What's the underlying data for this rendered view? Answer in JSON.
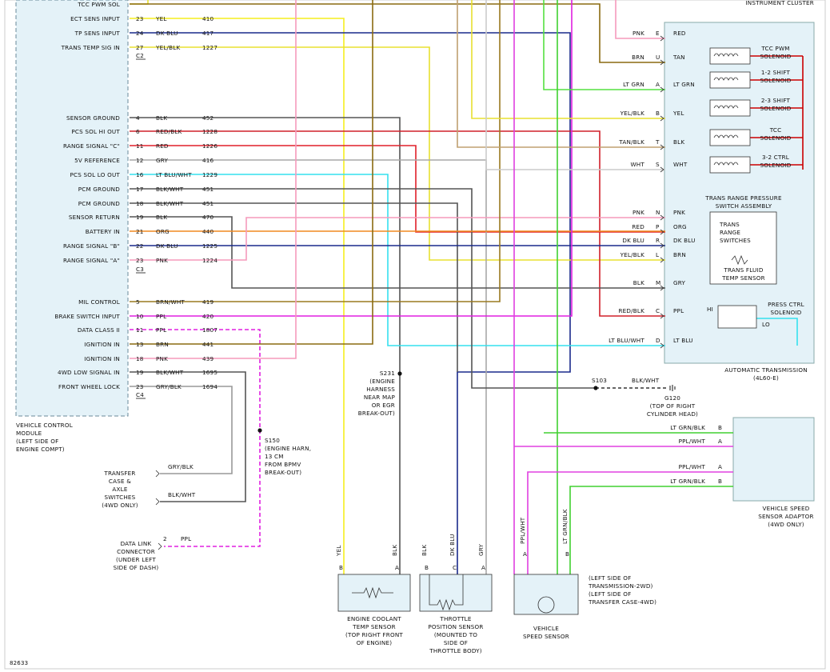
{
  "vcm": {
    "pins_c2": [
      {
        "label": "TCC PWM SOL",
        "pin": "",
        "color": "",
        "circuit": ""
      },
      {
        "label": "ECT SENS INPUT",
        "pin": "23",
        "color": "YEL",
        "circuit": "410"
      },
      {
        "label": "TP SENS INPUT",
        "pin": "24",
        "color": "DK BLU",
        "circuit": "417"
      },
      {
        "label": "TRANS TEMP SIG IN",
        "pin": "27",
        "color": "YEL/BLK",
        "circuit": "1227"
      }
    ],
    "c2_label": "C2",
    "pins_c3": [
      {
        "label": "SENSOR GROUND",
        "pin": "4",
        "color": "BLK",
        "circuit": "452"
      },
      {
        "label": "PCS SOL HI OUT",
        "pin": "6",
        "color": "RED/BLK",
        "circuit": "1228"
      },
      {
        "label": "RANGE SIGNAL \"C\"",
        "pin": "11",
        "color": "RED",
        "circuit": "1226"
      },
      {
        "label": "5V REFERENCE",
        "pin": "12",
        "color": "GRY",
        "circuit": "416"
      },
      {
        "label": "PCS SOL LO OUT",
        "pin": "16",
        "color": "LT BLU/WHT",
        "circuit": "1229"
      },
      {
        "label": "PCM GROUND",
        "pin": "17",
        "color": "BLK/WHT",
        "circuit": "451"
      },
      {
        "label": "PCM GROUND",
        "pin": "18",
        "color": "BLK/WHT",
        "circuit": "451"
      },
      {
        "label": "SENSOR RETURN",
        "pin": "19",
        "color": "BLK",
        "circuit": "470"
      },
      {
        "label": "BATTERY IN",
        "pin": "21",
        "color": "ORG",
        "circuit": "440"
      },
      {
        "label": "RANGE SIGNAL \"B\"",
        "pin": "22",
        "color": "DK BLU",
        "circuit": "1225"
      },
      {
        "label": "RANGE SIGNAL \"A\"",
        "pin": "23",
        "color": "PNK",
        "circuit": "1224"
      }
    ],
    "c3_label": "C3",
    "pins_c4": [
      {
        "label": "MIL CONTROL",
        "pin": "5",
        "color": "BRN/WHT",
        "circuit": "419"
      },
      {
        "label": "BRAKE SWITCH INPUT",
        "pin": "10",
        "color": "PPL",
        "circuit": "420"
      },
      {
        "label": "DATA CLASS II",
        "pin": "11",
        "color": "PPL",
        "circuit": "1807"
      },
      {
        "label": "IGNITION IN",
        "pin": "13",
        "color": "BRN",
        "circuit": "441"
      },
      {
        "label": "IGNITION IN",
        "pin": "18",
        "color": "PNK",
        "circuit": "439"
      },
      {
        "label": "4WD LOW SIGNAL IN",
        "pin": "19",
        "color": "BLK/WHT",
        "circuit": "1695"
      },
      {
        "label": "FRONT WHEEL LOCK",
        "pin": "23",
        "color": "GRY/BLK",
        "circuit": "1694"
      }
    ],
    "c4_label": "C4",
    "caption": [
      "VEHICLE CONTROL",
      "MODULE",
      "(LEFT SIDE OF",
      "ENGINE COMPT)"
    ]
  },
  "instrument_cluster": "INSTRUMENT CLUSTER",
  "transmission": {
    "pins": [
      {
        "color": "PNK",
        "pin": "E",
        "inner": "RED"
      },
      {
        "color": "BRN",
        "pin": "U",
        "inner": "TAN"
      },
      {
        "color": "LT GRN",
        "pin": "A",
        "inner": "LT GRN"
      },
      {
        "color": "YEL/BLK",
        "pin": "B",
        "inner": "YEL"
      },
      {
        "color": "TAN/BLK",
        "pin": "T",
        "inner": "BLK"
      },
      {
        "color": "WHT",
        "pin": "S",
        "inner": "WHT"
      },
      {
        "color": "PNK",
        "pin": "N",
        "inner": "PNK"
      },
      {
        "color": "RED",
        "pin": "P",
        "inner": "ORG"
      },
      {
        "color": "DK BLU",
        "pin": "R",
        "inner": "DK BLU"
      },
      {
        "color": "YEL/BLK",
        "pin": "L",
        "inner": "BRN"
      },
      {
        "color": "BLK",
        "pin": "M",
        "inner": "GRY"
      },
      {
        "color": "RED/BLK",
        "pin": "C",
        "inner": "PPL"
      },
      {
        "color": "LT BLU/WHT",
        "pin": "D",
        "inner": "LT BLU"
      }
    ],
    "solenoids": [
      [
        "TCC PWM",
        "SOLENOID"
      ],
      [
        "1-2 SHIFT",
        "SOLENOID"
      ],
      [
        "2-3 SHIFT",
        "SOLENOID"
      ],
      [
        "TCC",
        "SOLENOID"
      ],
      [
        "3-2 CTRL",
        "SOLENOID"
      ]
    ],
    "trs_assembly": [
      "TRANS RANGE PRESSURE",
      "SWITCH ASSEMBLY"
    ],
    "trs": [
      "TRANS",
      "RANGE",
      "SWITCHES"
    ],
    "fluid_temp": [
      "TRANS FLUID",
      "TEMP SENSOR"
    ],
    "press_ctrl": [
      "PRESS CTRL",
      "SOLENOID"
    ],
    "hi": "HI",
    "lo": "LO",
    "caption": [
      "AUTOMATIC TRANSMISSION",
      "(4L60-E)"
    ]
  },
  "splices": {
    "s231": [
      "S231",
      "(ENGINE",
      "HARNESS",
      "NEAR MAP",
      "OR EGR",
      "BREAK-OUT)"
    ],
    "s103": "S103",
    "s103_wire": "BLK/WHT",
    "g120": [
      "G120",
      "(TOP OF RIGHT",
      "CYLINDER HEAD)"
    ],
    "s150": [
      "S150",
      "(ENGINE HARN,",
      "13 CM",
      "FROM BPMV",
      "BREAK-OUT)"
    ]
  },
  "vss_adaptor": {
    "wires": [
      {
        "color": "LT GRN/BLK",
        "pin": "B"
      },
      {
        "color": "PPL/WHT",
        "pin": "A"
      },
      {
        "color": "PPL/WHT",
        "pin": "A"
      },
      {
        "color": "LT GRN/BLK",
        "pin": "B"
      }
    ],
    "caption": [
      "VEHICLE SPEED",
      "SENSOR ADAPTOR",
      "(4WD ONLY)"
    ]
  },
  "transfer_case": {
    "wires": [
      "GRY/BLK",
      "BLK/WHT"
    ],
    "caption": [
      "TRANSFER",
      "CASE &",
      "AXLE",
      "SWITCHES",
      "(4WD ONLY)"
    ]
  },
  "dlc": {
    "pin": "2",
    "color": "PPL",
    "caption": [
      "DATA LINK",
      "CONNECTOR",
      "(UNDER LEFT",
      "SIDE OF DASH)"
    ]
  },
  "sensors": {
    "ect": {
      "wires": [
        {
          "color": "YEL",
          "pin": "B"
        },
        {
          "color": "BLK",
          "pin": "A"
        }
      ],
      "caption": [
        "ENGINE COOLANT",
        "TEMP SENSOR",
        "(TOP RIGHT FRONT",
        "OF ENGINE)"
      ]
    },
    "tps": {
      "wires": [
        {
          "color": "BLK",
          "pin": "B"
        },
        {
          "color": "DK BLU",
          "pin": "C"
        },
        {
          "color": "GRY",
          "pin": "A"
        }
      ],
      "caption": [
        "THROTTLE",
        "POSITION SENSOR",
        "(MOUNTED TO",
        "SIDE OF",
        "THROTTLE BODY)"
      ]
    },
    "vss": {
      "wires": [
        {
          "color": "PPL/WHT",
          "pin": "A"
        },
        {
          "color": "LT GRN/BLK",
          "pin": "B"
        }
      ],
      "caption": [
        "VEHICLE",
        "SPEED SENSOR"
      ],
      "location": [
        "(LEFT SIDE OF",
        "TRANSMISSION-2WD)",
        "(LEFT SIDE OF",
        "TRANSFER CASE-4WD)"
      ]
    }
  },
  "figure_id": "82633",
  "wire_colors": {
    "YEL": "#f5ee1f",
    "YEL/BLK": "#e8e030",
    "DK BLU": "#1a2a8c",
    "BLK": "#555555",
    "RED": "#e0202a",
    "RED/BLK": "#d0202a",
    "GRY": "#a8a8a8",
    "LT BLU": "#35e0ee",
    "BLK/WHT": "#555555",
    "ORG": "#f08a20",
    "PNK": "#f59abc",
    "BRN": "#8a6a10",
    "BRN/WHT": "#9a7a20",
    "PPL": "#e020e0",
    "PPL/WHT": "#e040e0",
    "LT GRN": "#55e040",
    "LT GRN/BLK": "#40d030",
    "GRY/BLK": "#999999",
    "TAN": "#c0a070",
    "WHT": "#cccccc"
  }
}
